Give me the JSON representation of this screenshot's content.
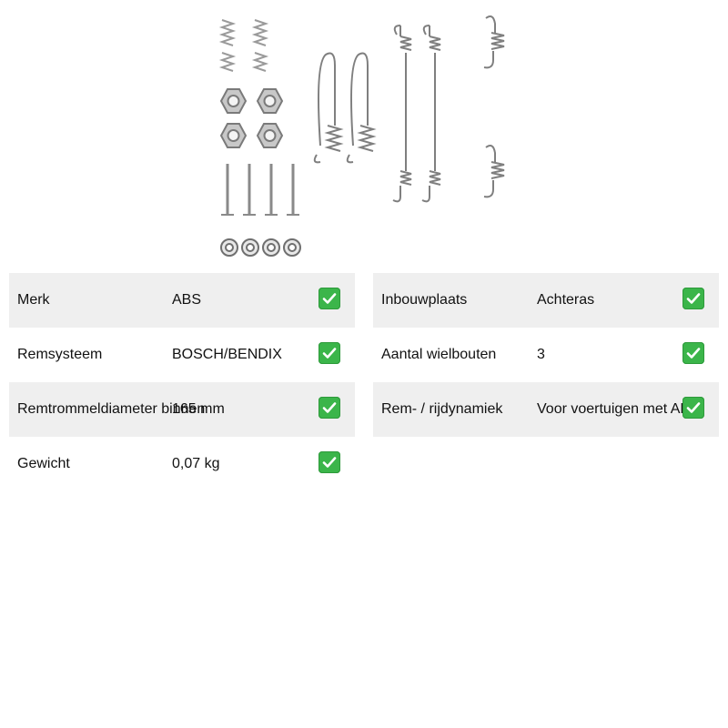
{
  "product_image": {
    "icon": "brake-accessory-kit-image"
  },
  "specs_left": [
    {
      "label": "Merk",
      "value": "ABS"
    },
    {
      "label": "Remsysteem",
      "value": "BOSCH/BENDIX"
    },
    {
      "label": "Remtrommeldiameter binnen",
      "value": "165 mm"
    },
    {
      "label": "Gewicht",
      "value": "0,07 kg"
    }
  ],
  "specs_right": [
    {
      "label": "Inbouwplaats",
      "value": "Achteras"
    },
    {
      "label": "Aantal wielbouten",
      "value": "3"
    },
    {
      "label": "Rem- / rijdynamiek",
      "value": "Voor voertuigen met ABS"
    }
  ],
  "check_icon": "check-mark-icon",
  "colors": {
    "check_bg": "#3bb54a",
    "row_shade": "#efefef"
  }
}
